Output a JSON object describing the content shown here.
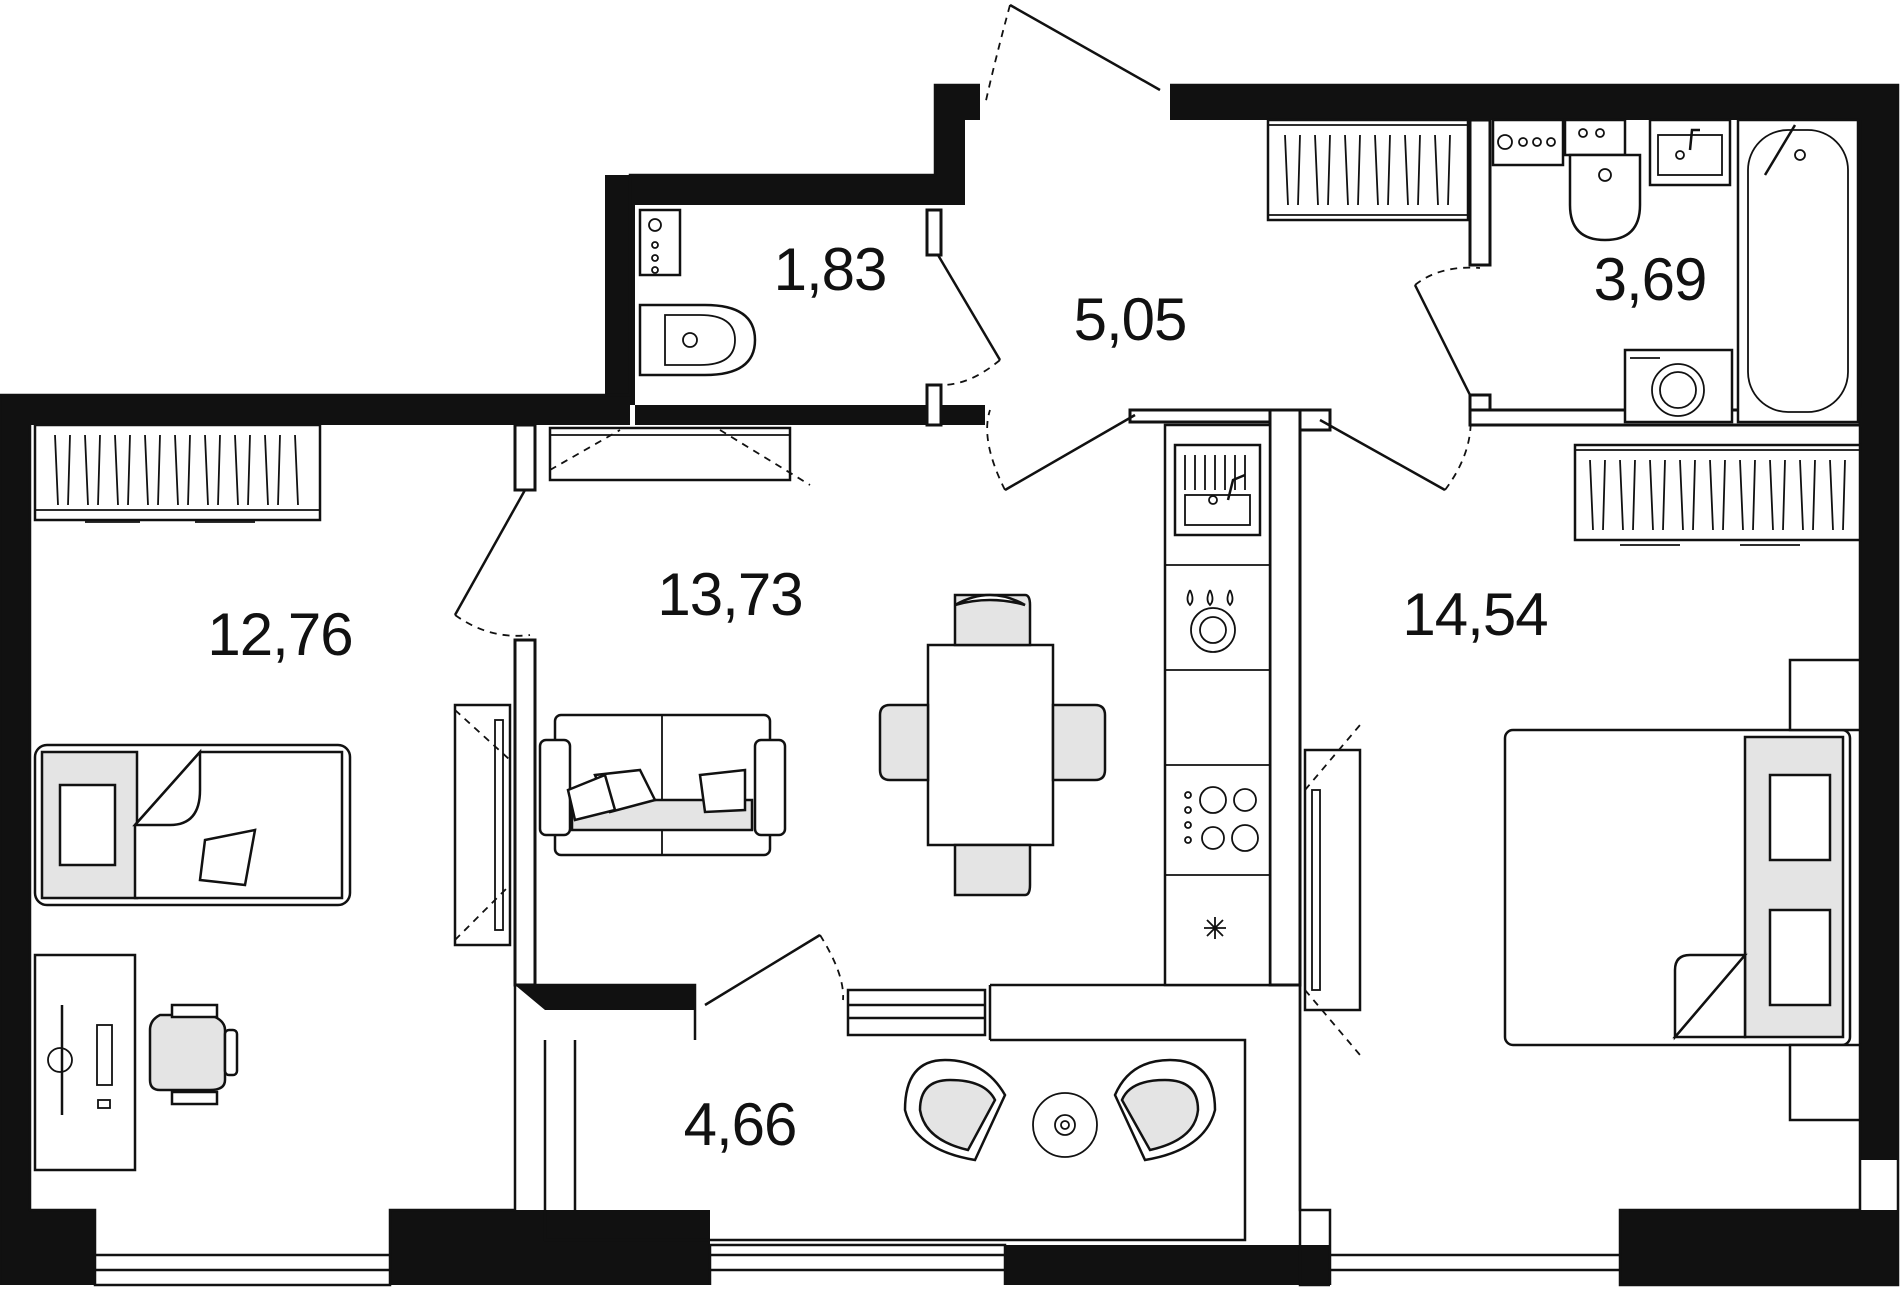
{
  "plan": {
    "rooms": [
      {
        "id": "bedroom-1",
        "area": "12,76"
      },
      {
        "id": "living-kitchen",
        "area": "13,73"
      },
      {
        "id": "hall",
        "area": "5,05"
      },
      {
        "id": "wc",
        "area": "1,83"
      },
      {
        "id": "bathroom",
        "area": "3,69"
      },
      {
        "id": "bedroom-2",
        "area": "14,54"
      },
      {
        "id": "loggia",
        "area": "4,66"
      }
    ]
  }
}
